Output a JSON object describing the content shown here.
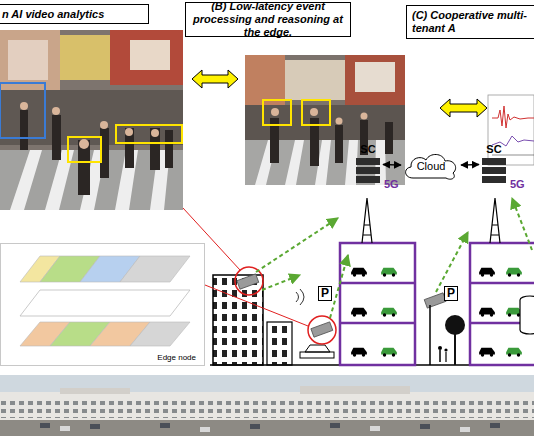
{
  "diagram": {
    "nodes": [
      {
        "text": [
          "n AI video analytics"
        ]
      },
      {
        "text": [
          "(B) Low-latency event processing and reasoning at the edge."
        ]
      },
      {
        "text": [
          "(C) Cooperative multi-tenant A"
        ]
      },
      {
        "text": [
          "SC"
        ]
      },
      {
        "text": [
          "Cloud"
        ]
      },
      {
        "text": [
          "SC"
        ]
      },
      {
        "text": [
          "Edge node"
        ]
      }
    ],
    "edges": [
      {
        "from": 3,
        "to": 4,
        "arrow": "both"
      },
      {
        "from": 4,
        "to": 5,
        "arrow": "both"
      }
    ],
    "labels": [
      "5G",
      "5G",
      "P",
      "P"
    ]
  }
}
